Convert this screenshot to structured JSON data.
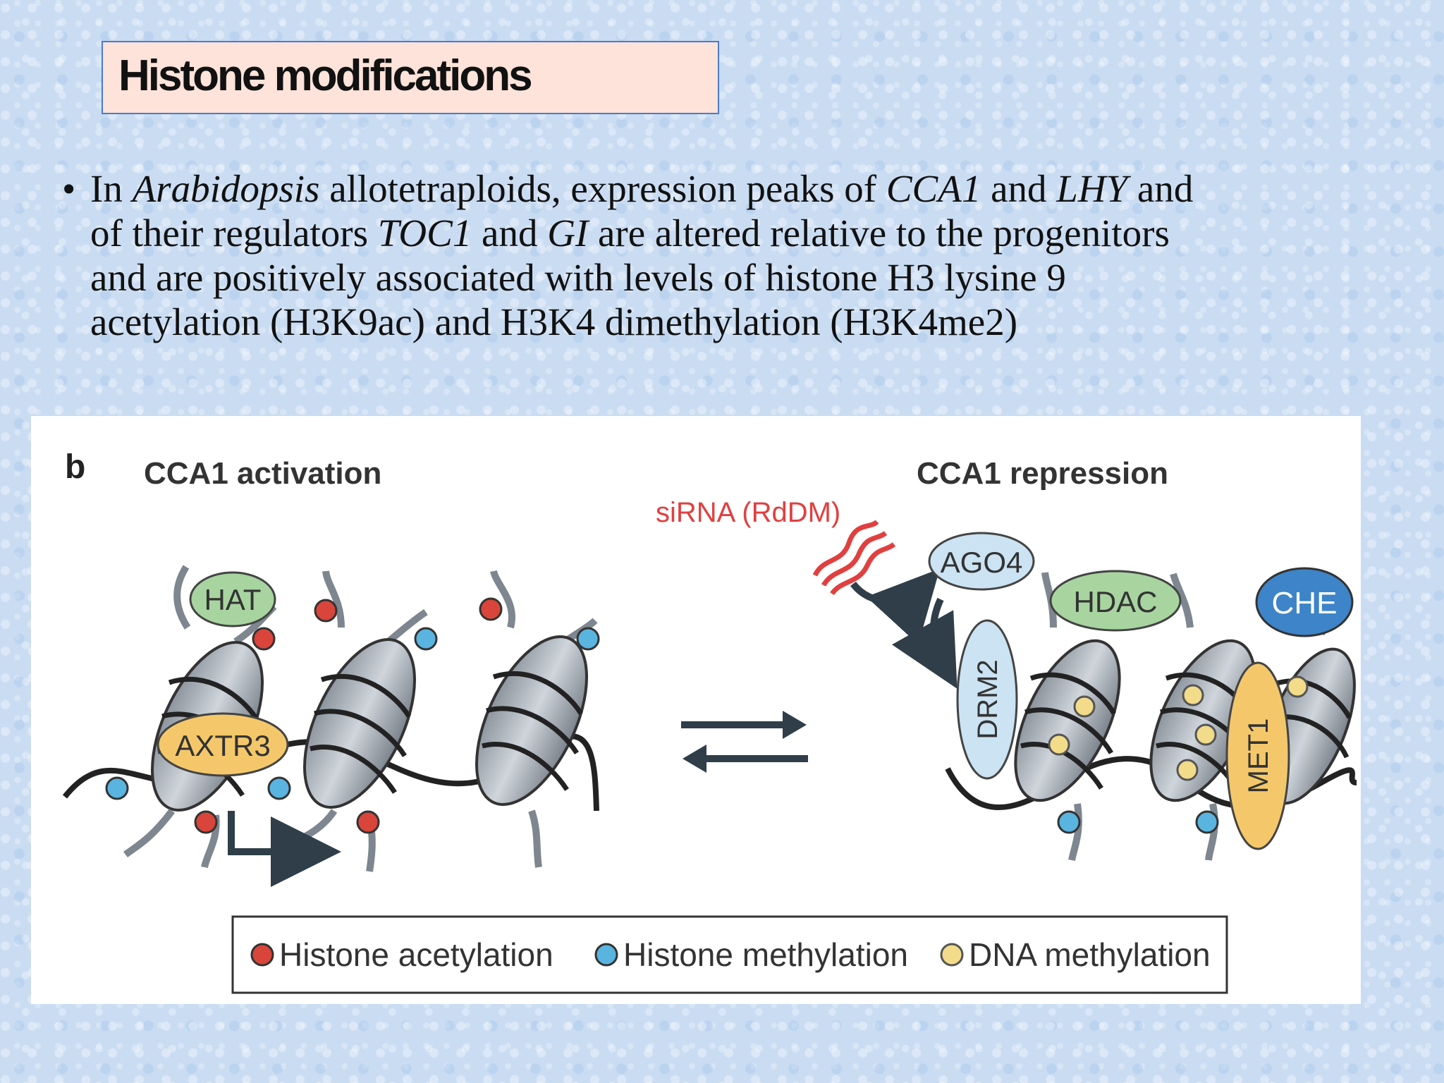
{
  "slide": {
    "title": "Histone modifications",
    "bullet": {
      "lines": [
        [
          {
            "t": "In ",
            "i": false
          },
          {
            "t": "Arabidopsis",
            "i": true
          },
          {
            "t": " allotetraploids, expression peaks of ",
            "i": false
          },
          {
            "t": "CCA1",
            "i": true
          },
          {
            "t": " and  ",
            "i": false
          },
          {
            "t": "LHY",
            "i": true
          },
          {
            "t": " and",
            "i": false
          }
        ],
        [
          {
            "t": "of their regulators ",
            "i": false
          },
          {
            "t": "TOC1",
            "i": true
          },
          {
            "t": " and ",
            "i": false
          },
          {
            "t": "GI",
            "i": true
          },
          {
            "t": " are altered relative  to the progenitors",
            "i": false
          }
        ],
        [
          {
            "t": "and are positively associated with levels  of histone H3 lysine 9",
            "i": false
          }
        ],
        [
          {
            "t": "acetylation (H3K9ac) and H3K4  dimethylation (H3K4me2)",
            "i": false
          }
        ]
      ]
    }
  },
  "figure": {
    "panel_letter": "b",
    "left_title": "CCA1 activation",
    "right_title": "CCA1 repression",
    "sirna_label": "siRNA (RdDM)",
    "proteins": {
      "hat": "HAT",
      "axtr3": "AXTR3",
      "ago4": "AGO4",
      "hdac": "HDAC",
      "che": "CHE",
      "drm2": "DRM2",
      "met1": "MET1"
    },
    "legend": {
      "acetylation": "Histone acetylation",
      "histone_methylation": "Histone methylation",
      "dna_methylation": "DNA methylation"
    },
    "colors": {
      "acetylation": "#d9453a",
      "histone_methylation": "#5ab4e0",
      "dna_methylation": "#f2dc8a",
      "hat": "#a8d4a0",
      "axtr3": "#f4c86a",
      "ago4": "#cbe3f2",
      "hdac": "#a8d4a0",
      "che": "#3d84c8",
      "drm2": "#cbe3f2",
      "met1": "#f4c86a",
      "sirna": "#e04040"
    }
  }
}
